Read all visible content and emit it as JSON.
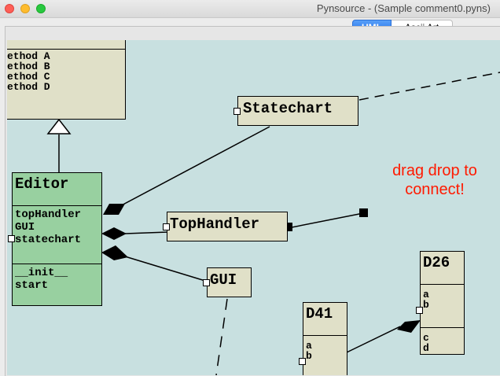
{
  "window": {
    "title": "Pynsource - (Sample comment0.pyns)"
  },
  "toolbar": {
    "uml_label": "UML",
    "ascii_label": "Ascii Art"
  },
  "canvas": {
    "hint_line1": "drag drop to",
    "hint_line2": "connect!",
    "hint_color": "#ff1a00",
    "background_color": "#c8e0e0"
  },
  "classes": {
    "base": {
      "methods": [
        "ethod A",
        "ethod B",
        "ethod C",
        "ethod D"
      ]
    },
    "statechart": {
      "name": "Statechart"
    },
    "editor": {
      "name": "Editor",
      "attributes": [
        "topHandler",
        "GUI",
        "statechart"
      ],
      "methods": [
        "__init__",
        "start"
      ]
    },
    "tophandler": {
      "name": "TopHandler"
    },
    "gui": {
      "name": "GUI"
    },
    "d26": {
      "name": "D26",
      "attributes": [
        "a",
        "b"
      ],
      "methods": [
        "c",
        "d"
      ]
    },
    "d41": {
      "name": "D41",
      "attributes": [
        "a",
        "b"
      ]
    }
  },
  "colors": {
    "class_fill": "#e0e0c8",
    "editor_fill": "#98d0a0",
    "uml_button": "#1e6ee9"
  }
}
